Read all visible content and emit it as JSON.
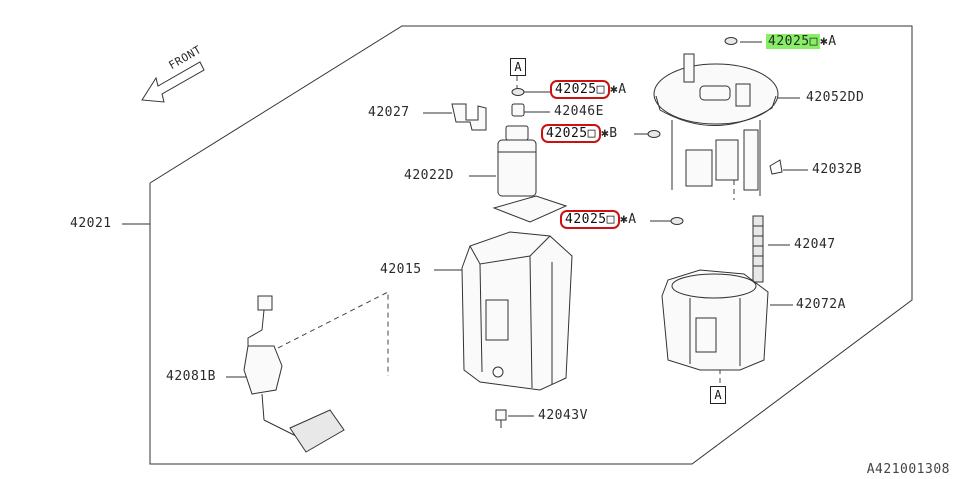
{
  "labels": {
    "front": "FRONT",
    "p42021": "42021",
    "p42027": "42027",
    "p42022d": "42022D",
    "p42015": "42015",
    "p42081b": "42081B",
    "p42043v": "42043V",
    "p42046e": "42046E",
    "p42052dd": "42052DD",
    "p42032b": "42032B",
    "p42047": "42047",
    "p42072a": "42072A",
    "seal_code": "42025□",
    "seal_code_top_right": "42025□"
  },
  "markers": {
    "a": "✱A",
    "b": "✱B",
    "box_a": "A"
  },
  "reference": "A421001308",
  "colors": {
    "red_highlight": "#cc1111",
    "green_highlight": "#88ee66"
  }
}
